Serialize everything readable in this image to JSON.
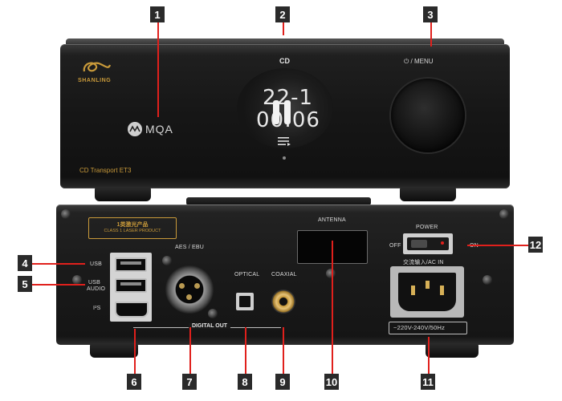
{
  "callouts": [
    "1",
    "2",
    "3",
    "4",
    "5",
    "6",
    "7",
    "8",
    "9",
    "10",
    "11",
    "12"
  ],
  "front": {
    "brand": "SHANLING",
    "mqa": "MQA",
    "cd_label": "CD",
    "track": "22-1",
    "time": "00:06",
    "model": "CD Transport  ET3",
    "power_menu": "⏻ / MENU"
  },
  "rear": {
    "laser_line1": "1类激光产品",
    "laser_line2": "CLASS 1 LASER PRODUCT",
    "usb": "USB",
    "usb_audio_1": "USB",
    "usb_audio_2": "AUDIO",
    "i2s": "I²S",
    "aes": "AES / EBU",
    "optical": "OPTICAL",
    "coaxial": "COAXIAL",
    "digital_out": "DIGITAL OUT",
    "antenna": "ANTENNA",
    "power": "POWER",
    "off": "OFF",
    "on": "ON",
    "ac_in": "交流输入/AC IN",
    "voltage": "~220V-240V/50Hz"
  },
  "colors": {
    "leader": "#e0201c",
    "gold": "#c99a3a",
    "callout_bg": "#2a2a2a"
  }
}
